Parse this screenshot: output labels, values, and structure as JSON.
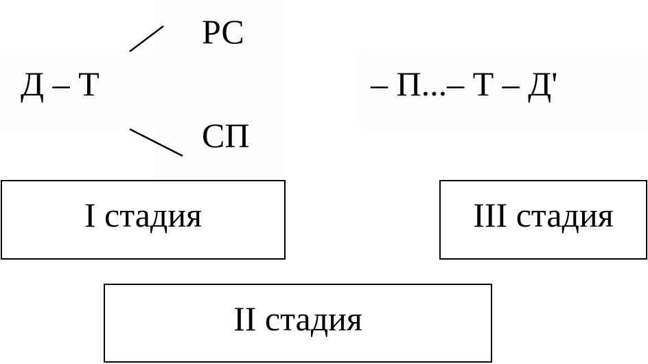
{
  "formula": {
    "start": "Д – Т",
    "branch_top": "РС",
    "branch_bottom": "СП",
    "end": "– П...– Т – Д'"
  },
  "stages": {
    "stage1": "I стадия",
    "stage2": "II стадия",
    "stage3": "III стадия"
  },
  "colors": {
    "line": "#000000",
    "background": "#ffffff"
  }
}
